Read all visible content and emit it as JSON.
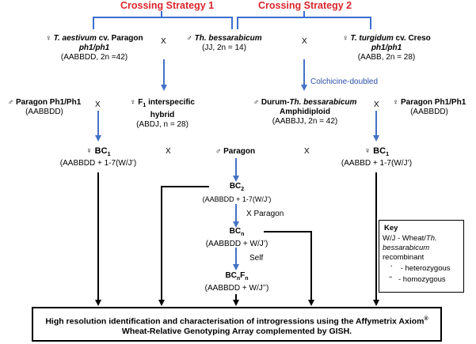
{
  "strategies": {
    "s1": "Crossing Strategy 1",
    "s2": "Crossing Strategy 2"
  },
  "top_row": {
    "paragon_sym": "♀",
    "paragon_name": "T. aestivum",
    "paragon_cv": " cv. Paragon",
    "paragon_geno": "ph1/ph1",
    "paragon_genome": "(AABBDD, 2n =42)",
    "cross1": "X",
    "thb_sym": "♂",
    "thb_name": "Th. bessarabicum",
    "thb_genome": "(JJ, 2n = 14)",
    "cross2": "X",
    "creso_sym": "♀",
    "creso_name": "T. turgidum",
    "creso_cv": " cv. Creso",
    "creso_geno": "ph1/ph1",
    "creso_genome": "(AABB, 2n = 28)"
  },
  "colchicine": "Colchicine-doubled",
  "row2": {
    "left_paragon": "♂ Paragon Ph1/Ph1",
    "left_paragon_genome": "(AABBDD)",
    "cross_left": "X",
    "f1_line1_pre": "♀ F",
    "f1_sub": "1",
    "f1_line1_post": " interspecific",
    "f1_line2": "hybrid",
    "f1_genome": "(ABDJ, n = 28)",
    "amphi_pre": "♂ Durum-",
    "amphi_italic": "Th. bessarabicum",
    "amphi_line2": "Amphidiploid",
    "amphi_genome": "(AABBJJ, 2n = 42)",
    "cross_right": "X",
    "right_paragon": "♀ Paragon Ph1/Ph1",
    "right_paragon_genome": "(AABBDD)"
  },
  "bc1_row": {
    "left_pre": "♀ BC",
    "left_sub": "1",
    "left_genome": "(AABBDD + 1-7(W/J’)",
    "cross": "X",
    "mid": "♂ Paragon",
    "cross2": "X",
    "right_pre": "♀ BC",
    "right_sub": "1",
    "right_genome": "(AABBD + 1-7(W/J’)"
  },
  "bc2": {
    "pre": "BC",
    "sub": "2",
    "genome": "(AABBDD + 1-7(W/J’)",
    "x_paragon": "X Paragon"
  },
  "bcn": {
    "pre": "BC",
    "sub": "n",
    "genome": "(AABBDD + W/J’)",
    "self": "Self"
  },
  "bcnfn": {
    "pre1": "BC",
    "sub1": "n",
    "pre2": "F",
    "sub2": "n",
    "genome": "(AABBDD + W/J’’)"
  },
  "key": {
    "title": "Key",
    "line1_pre": "W/J - Wheat/",
    "line1_italic": "Th.",
    "line2_italic": "bessarabicum",
    "line3": "recombinant",
    "het_mark": "’",
    "het_text": "- heterozygous",
    "hom_mark": "’’",
    "hom_text": "- homozygous"
  },
  "bottom": {
    "line1_pre": "High resolution identification and characterisation of introgressions using the Affymetrix Axiom",
    "line1_sup": "®",
    "line2": "Wheat-Relative Genotyping Array complemented by GISH."
  },
  "colors": {
    "bracket": "#3b6fd0",
    "arrow_blue": "#4472c4",
    "title_red": "#d9262c"
  }
}
